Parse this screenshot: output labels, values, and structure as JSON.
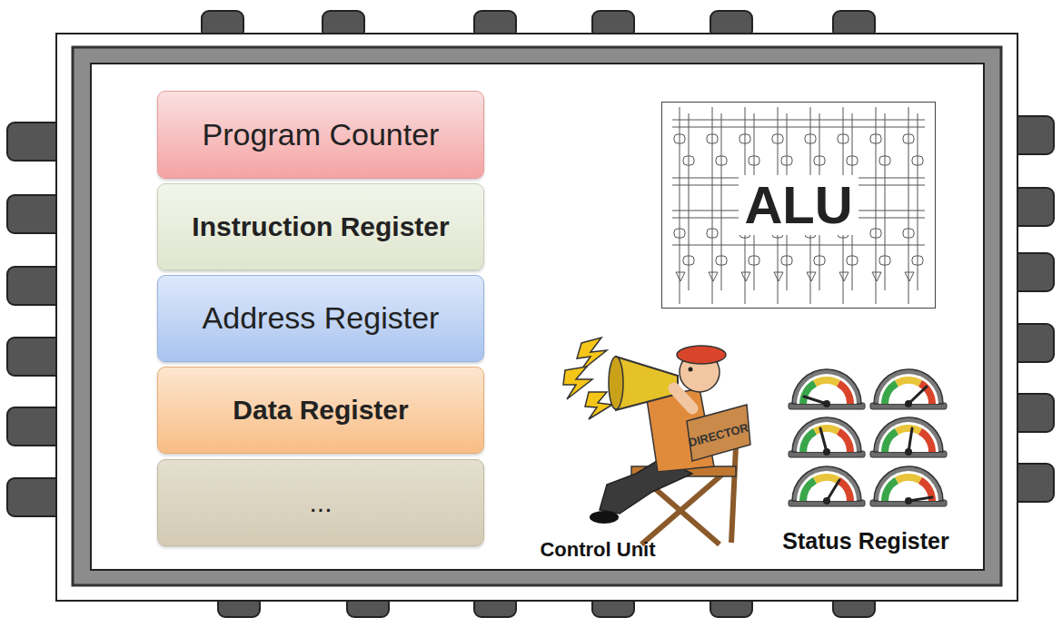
{
  "diagram": {
    "nodes": [
      {
        "text": [
          "Program Counter"
        ]
      },
      {
        "text": [
          "Instruction Register"
        ]
      },
      {
        "text": [
          "Address Register"
        ]
      },
      {
        "text": [
          "Data Register"
        ]
      },
      {
        "text": [
          "..."
        ]
      },
      {
        "text": [
          "ALU"
        ]
      }
    ],
    "labels": [
      "DIRECTOR",
      "Control Unit",
      "Status Register"
    ]
  }
}
